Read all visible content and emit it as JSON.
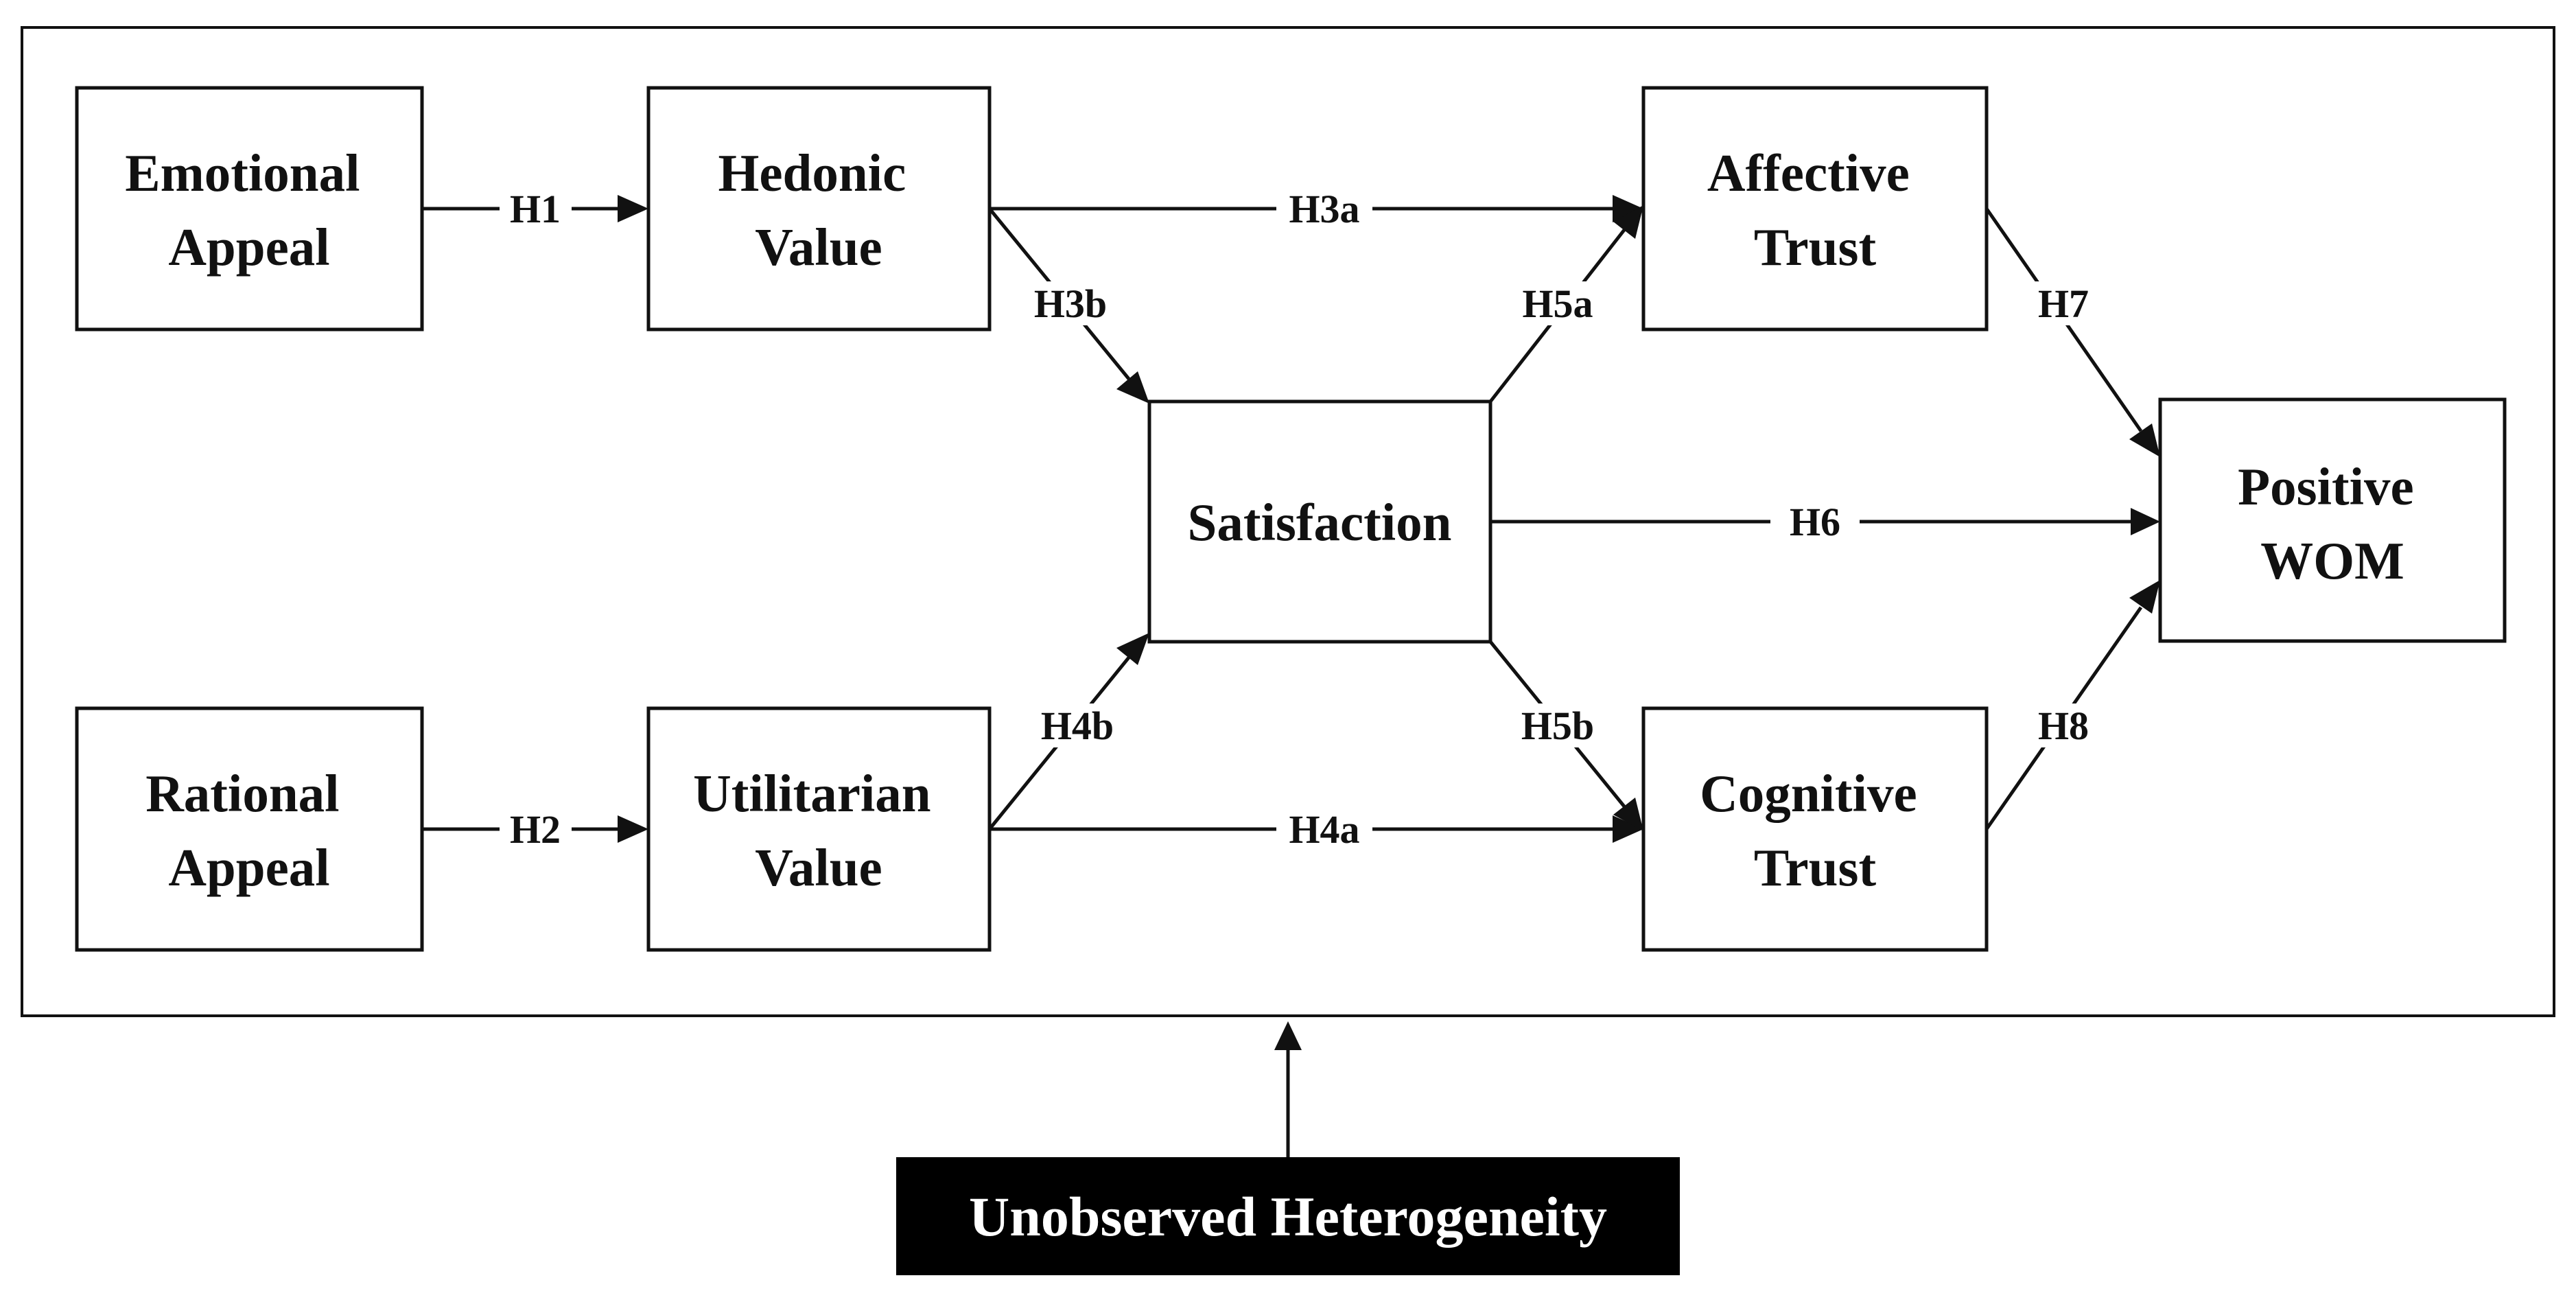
{
  "diagram": {
    "nodes": {
      "emotional_appeal": {
        "lines": [
          "Emotional",
          "Appeal"
        ]
      },
      "rational_appeal": {
        "lines": [
          "Rational",
          "Appeal"
        ]
      },
      "hedonic_value": {
        "lines": [
          "Hedonic",
          "Value"
        ]
      },
      "utilitarian_value": {
        "lines": [
          "Utilitarian",
          "Value"
        ]
      },
      "satisfaction": {
        "lines": [
          "Satisfaction"
        ]
      },
      "affective_trust": {
        "lines": [
          "Affective",
          "Trust"
        ]
      },
      "cognitive_trust": {
        "lines": [
          "Cognitive",
          "Trust"
        ]
      },
      "positive_wom": {
        "lines": [
          "Positive",
          "WOM"
        ]
      }
    },
    "edges": {
      "h1": {
        "label": "H1",
        "from": "Emotional Appeal",
        "to": "Hedonic Value"
      },
      "h2": {
        "label": "H2",
        "from": "Rational Appeal",
        "to": "Utilitarian Value"
      },
      "h3a": {
        "label": "H3a",
        "from": "Hedonic Value",
        "to": "Affective Trust"
      },
      "h3b": {
        "label": "H3b",
        "from": "Hedonic Value",
        "to": "Satisfaction"
      },
      "h4a": {
        "label": "H4a",
        "from": "Utilitarian Value",
        "to": "Cognitive Trust"
      },
      "h4b": {
        "label": "H4b",
        "from": "Utilitarian Value",
        "to": "Satisfaction"
      },
      "h5a": {
        "label": "H5a",
        "from": "Satisfaction",
        "to": "Affective Trust"
      },
      "h5b": {
        "label": "H5b",
        "from": "Satisfaction",
        "to": "Cognitive Trust"
      },
      "h6": {
        "label": "H6",
        "from": "Satisfaction",
        "to": "Positive WOM"
      },
      "h7": {
        "label": "H7",
        "from": "Affective Trust",
        "to": "Positive WOM"
      },
      "h8": {
        "label": "H8",
        "from": "Cognitive Trust",
        "to": "Positive WOM"
      }
    },
    "moderator": {
      "label": "Unobserved Heterogeneity",
      "target": "model frame"
    },
    "colors": {
      "stroke": "#111111",
      "background": "#ffffff",
      "moderator_fill": "#000000",
      "moderator_text": "#ffffff"
    }
  }
}
